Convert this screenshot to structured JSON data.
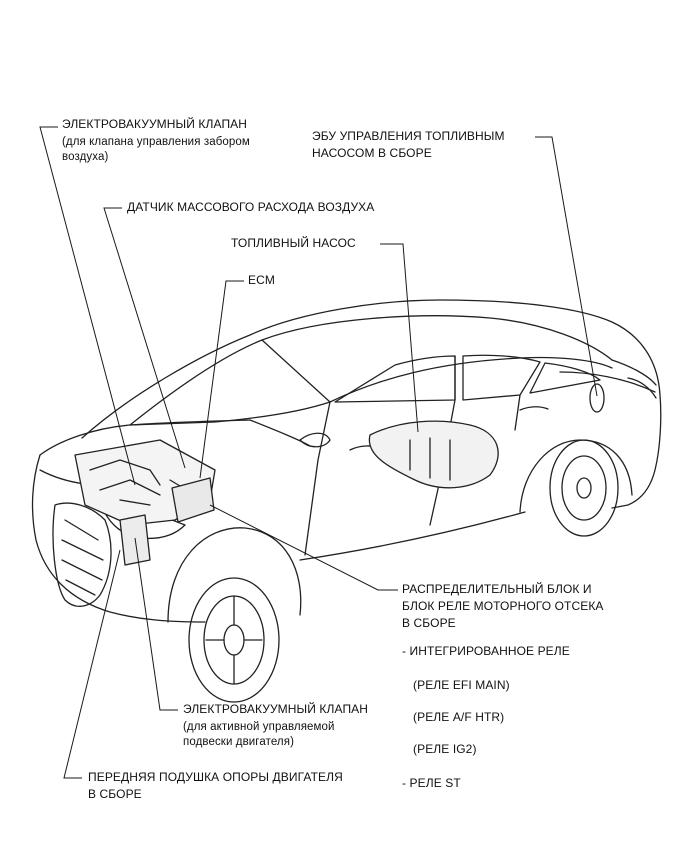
{
  "colors": {
    "line": "#1a1a1a",
    "car": "#222222",
    "background": "#ffffff"
  },
  "labels": {
    "evac_valve_intake": {
      "title": "ЭЛЕКТРОВАКУУМНЫЙ КЛАПАН",
      "detail_1": "(для клапана управления забором",
      "detail_2": "воздуха)"
    },
    "maf_sensor": {
      "title": "ДАТЧИК МАССОВОГО РАСХОДА ВОЗДУХА"
    },
    "ecm": {
      "title": "ECM"
    },
    "fuel_pump_ecu": {
      "line_1": "ЭБУ УПРАВЛЕНИЯ ТОПЛИВНЫМ",
      "line_2": "НАСОСОМ В СБОРЕ"
    },
    "fuel_pump": {
      "title": "ТОПЛИВНЫЙ НАСОС"
    },
    "relay_block": {
      "line_1": "РАСПРЕДЕЛИТЕЛЬНЫЙ БЛОК И",
      "line_2": "БЛОК РЕЛЕ МОТОРНОГО ОТСЕКА",
      "line_3": "В СБОРЕ",
      "item_integrated": "-  ИНТЕГРИРОВАННОЕ РЕЛЕ",
      "item_efi_main": "(РЕЛЕ EFI MAIN)",
      "item_af_htr": "(РЕЛЕ A/F HTR)",
      "item_ig2": "(РЕЛЕ IG2)",
      "item_st": "- РЕЛЕ ST"
    },
    "evac_valve_mount": {
      "title": "ЭЛЕКТРОВАКУУМНЫЙ КЛАПАН",
      "detail_1": "(для активной управляемой",
      "detail_2": "подвески двигателя)"
    },
    "engine_mount": {
      "line_1": "ПЕРЕДНЯЯ ПОДУШКА ОПОРЫ ДВИГАТЕЛЯ",
      "line_2": "В СБОРЕ"
    }
  }
}
